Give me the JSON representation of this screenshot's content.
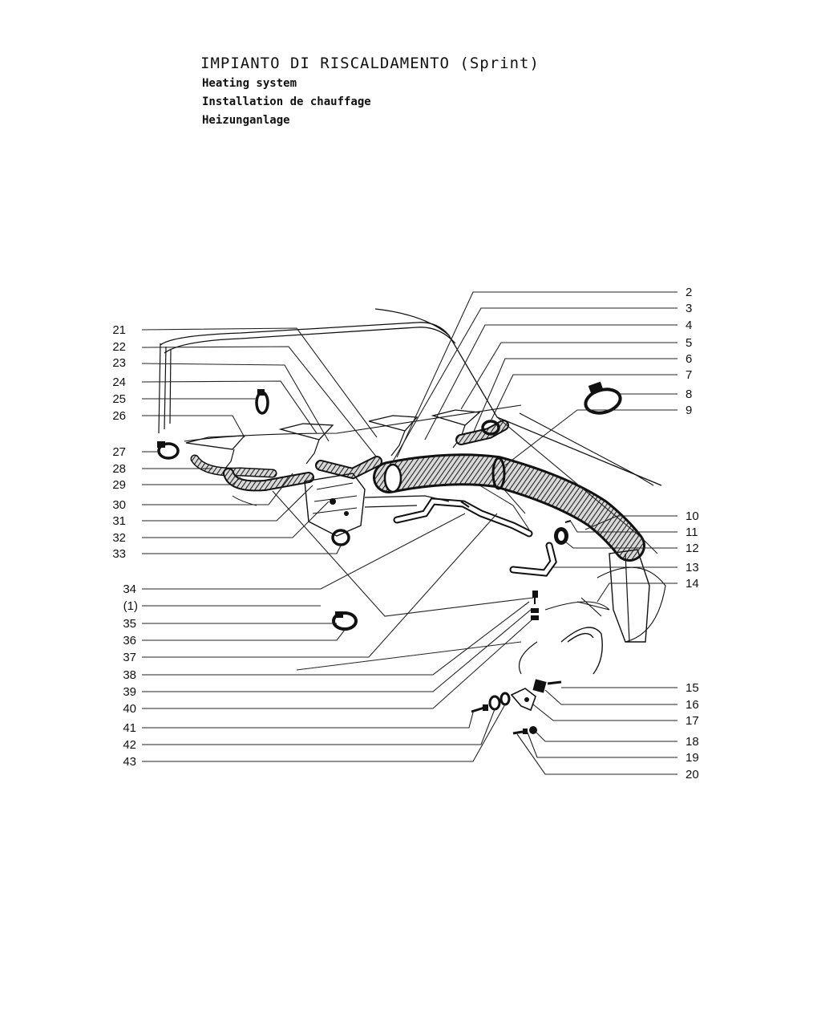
{
  "header": {
    "title": "IMPIANTO DI RISCALDAMENTO (Sprint)",
    "subtitle_en": "Heating system",
    "subtitle_fr": "Installation de chauffage",
    "subtitle_de": "Heizunganlage"
  },
  "callouts_left": [
    "21",
    "22",
    "23",
    "24",
    "25",
    "26",
    "27",
    "28",
    "29",
    "30",
    "31",
    "32",
    "33",
    "34",
    "(1)",
    "35",
    "36",
    "37",
    "38",
    "39",
    "40",
    "41",
    "42",
    "43"
  ],
  "callouts_right": [
    "2",
    "3",
    "4",
    "5",
    "6",
    "7",
    "8",
    "9",
    "10",
    "11",
    "12",
    "13",
    "14",
    "15",
    "16",
    "17",
    "18",
    "19",
    "20"
  ]
}
